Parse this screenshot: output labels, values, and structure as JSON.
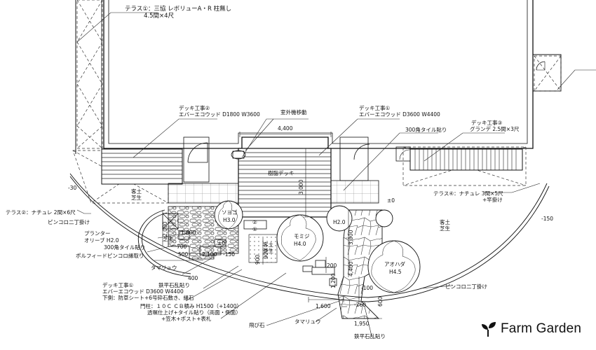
{
  "brand": {
    "name": "Farm Garden",
    "icon": "leaf-sprout-icon"
  },
  "labels": {
    "terrace1_a": "テラス①：三協 レボリューA・R 柱無し",
    "terrace1_b": "4.5間×4尺",
    "terrace2": "テラス②：ナチュレ 2間×6尺",
    "terrace4_a": "テラス④：ナチュレ 3間×5尺",
    "terrace4_b": "+竿掛け",
    "deck1_a": "デッキ工事①",
    "deck1_b": "エバーエコウッド D3600 W4400",
    "deck2_a": "デッキ工事②",
    "deck2_b": "エバーエコウッド D1800 W3600",
    "deck3_a": "デッキ工事③",
    "deck3_b": "グランデ 2.5間×3尺",
    "deck1b_a": "デッキ工事①",
    "deck1b_b": "エバーエコウッド D3600 W4400",
    "deck1b_c": "下側：防草シート+6号砕石敷き、縁石",
    "ac_move": "室外機移動",
    "tile300_a": "300角タイル貼り",
    "tile300_b": "300角タイル貼り",
    "resin_deck": "樹脂デッキ",
    "soil_left": "客土",
    "lawn_left": "芝生",
    "soil_right": "客土",
    "lawn_right": "芝生",
    "soil_mid": "客土",
    "lawn_mid": "芝生",
    "lawn_small": "芝生",
    "pincoro_left": "ピンコロ二丁掛け",
    "pincoro_right": "ピンコロ二丁掛け",
    "planter_a": "プランター",
    "planter_b": "オリーブ H2.0",
    "polfeed": "ポルフィードピンコロ縁取り",
    "tamaryu_a": "タマリュウ",
    "tamaryu_b": "タマリュウ",
    "iron_flat_a": "鉄平石乱貼り",
    "iron_flat_b": "鉄平石乱貼り",
    "gate_a": "門柱：１０Ｃ ＣＢ積み H1500（+1400）",
    "gate_b": "透嘱仕上げ+タイル貼り（両面・側面）",
    "gate_c": "+笠木+ポスト+表札",
    "stepping": "飛び石",
    "tree_soyogo_a": "ソヨゴ",
    "tree_soyogo_b": "H3.0",
    "tree_momiji_a": "モミジ",
    "tree_momiji_b": "H4.0",
    "tree_aohada_a": "アオハダ",
    "tree_aohada_b": "H4.5",
    "tree_small": "H2.0",
    "dim_4400a": "4,400",
    "dim_3000": "3,000",
    "dim_2000": "2,000",
    "dim_1800a": "1,800",
    "dim_700": "700",
    "dim_500": "500",
    "dim_2100": "2,100",
    "dim_150a": "-150",
    "dim_900a": "900",
    "dim_900b": "900",
    "dim_400": "400",
    "dim_200": "200",
    "dim_3000b": "3,000",
    "dim_4400b": "4,400",
    "dim_1200": "1,200",
    "dim_1600": "1,600",
    "dim_100": "-100",
    "dim_260": "-260",
    "dim_1950": "1,950",
    "dim_600": "600",
    "lvl_30": "-30",
    "lvl_150": "-150",
    "lvl_pm0_a": "±0",
    "lvl_pm0_b": "±0",
    "circ1": "①",
    "circ2": "②"
  }
}
